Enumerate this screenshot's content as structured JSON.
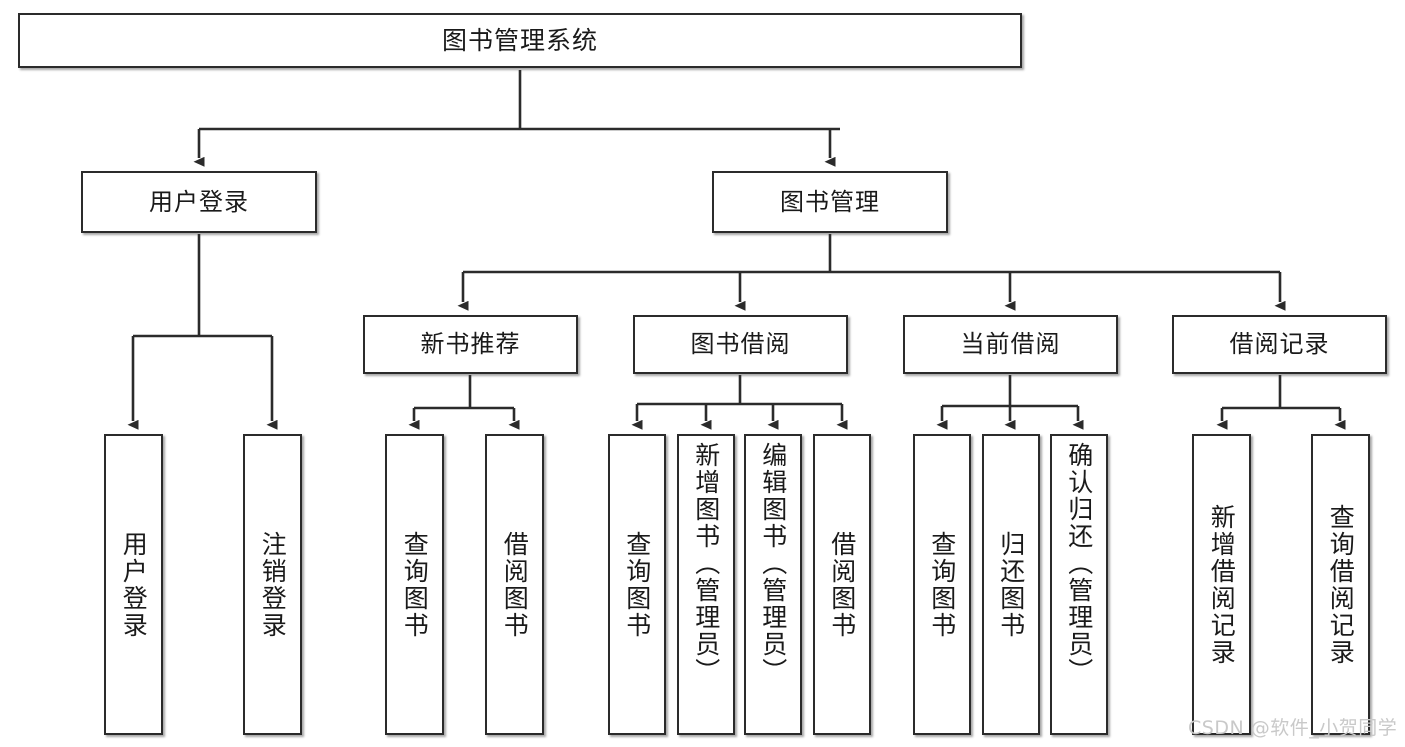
{
  "diagram": {
    "title": "图书管理系统",
    "watermark": "CSDN @软件_小贺同学",
    "line_color": "#2b2b2b",
    "box_fill": "#ffffff",
    "text_color": "#1a1a1a"
  },
  "nodes": {
    "root": {
      "label": "图书管理系统"
    },
    "level2": [
      {
        "label": "用户登录"
      },
      {
        "label": "图书管理"
      }
    ],
    "level3": [
      {
        "label": "新书推荐"
      },
      {
        "label": "图书借阅"
      },
      {
        "label": "当前借阅"
      },
      {
        "label": "借阅记录"
      }
    ],
    "leaves": {
      "user_login": [
        {
          "label": "用户登录"
        },
        {
          "label": "注销登录"
        }
      ],
      "new_book": [
        {
          "label": "查询图书"
        },
        {
          "label": "借阅图书"
        }
      ],
      "borrow_book": [
        {
          "label": "查询图书"
        },
        {
          "label": "新增图书（管理员）"
        },
        {
          "label": "编辑图书（管理员）"
        },
        {
          "label": "借阅图书"
        }
      ],
      "current_borrow": [
        {
          "label": "查询图书"
        },
        {
          "label": "归还图书"
        },
        {
          "label": "确认归还（管理员）"
        }
      ],
      "borrow_record": [
        {
          "label": "新增借阅记录"
        },
        {
          "label": "查询借阅记录"
        }
      ]
    }
  },
  "chart_data": {
    "type": "diagram",
    "title": "图书管理系统",
    "structure": "tree",
    "tree": {
      "name": "图书管理系统",
      "children": [
        {
          "name": "用户登录",
          "children": [
            {
              "name": "用户登录"
            },
            {
              "name": "注销登录"
            }
          ]
        },
        {
          "name": "图书管理",
          "children": [
            {
              "name": "新书推荐",
              "children": [
                {
                  "name": "查询图书"
                },
                {
                  "name": "借阅图书"
                }
              ]
            },
            {
              "name": "图书借阅",
              "children": [
                {
                  "name": "查询图书"
                },
                {
                  "name": "新增图书（管理员）"
                },
                {
                  "name": "编辑图书（管理员）"
                },
                {
                  "name": "借阅图书"
                }
              ]
            },
            {
              "name": "当前借阅",
              "children": [
                {
                  "name": "查询图书"
                },
                {
                  "name": "归还图书"
                },
                {
                  "name": "确认归还（管理员）"
                }
              ]
            },
            {
              "name": "借阅记录",
              "children": [
                {
                  "name": "新增借阅记录"
                },
                {
                  "name": "查询借阅记录"
                }
              ]
            }
          ]
        }
      ]
    }
  }
}
